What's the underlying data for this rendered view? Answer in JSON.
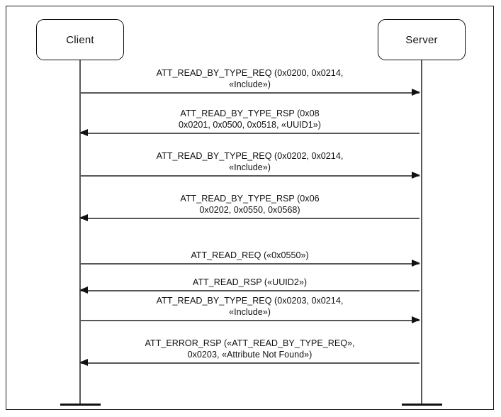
{
  "diagram": {
    "type": "uml-sequence-diagram",
    "title": "",
    "participants": [
      {
        "id": "client",
        "label": "Client"
      },
      {
        "id": "server",
        "label": "Server"
      }
    ],
    "messages": [
      {
        "index": 1,
        "from": "client",
        "to": "server",
        "direction": "right",
        "line1": "ATT_READ_BY_TYPE_REQ (0x0200, 0x0214,",
        "line2": "«Include»)"
      },
      {
        "index": 2,
        "from": "server",
        "to": "client",
        "direction": "left",
        "line1": "ATT_READ_BY_TYPE_RSP (0x08",
        "line2": "0x0201, 0x0500, 0x0518, «UUID1»)"
      },
      {
        "index": 3,
        "from": "client",
        "to": "server",
        "direction": "right",
        "line1": "ATT_READ_BY_TYPE_REQ (0x0202, 0x0214,",
        "line2": "«Include»)"
      },
      {
        "index": 4,
        "from": "server",
        "to": "client",
        "direction": "left",
        "line1": "ATT_READ_BY_TYPE_RSP (0x06",
        "line2": "0x0202, 0x0550, 0x0568)"
      },
      {
        "index": 5,
        "from": "client",
        "to": "server",
        "direction": "right",
        "line1": "ATT_READ_REQ («0x0550»)",
        "line2": ""
      },
      {
        "index": 6,
        "from": "server",
        "to": "client",
        "direction": "left",
        "line1": "ATT_READ_RSP («UUID2»)",
        "line2": ""
      },
      {
        "index": 7,
        "from": "client",
        "to": "server",
        "direction": "right",
        "line1": "ATT_READ_BY_TYPE_REQ (0x0203, 0x0214,",
        "line2": "«Include»)"
      },
      {
        "index": 8,
        "from": "server",
        "to": "client",
        "direction": "left",
        "line1": "ATT_ERROR_RSP («ATT_READ_BY_TYPE_REQ»,",
        "line2": "0x0203, «Attribute Not Found»)"
      }
    ],
    "colors": {
      "frame_border": "#1a1a1a",
      "box_border": "#111111",
      "lifeline": "#58585a",
      "arrow": "#111111",
      "text": "#111111",
      "background": "#ffffff"
    }
  }
}
